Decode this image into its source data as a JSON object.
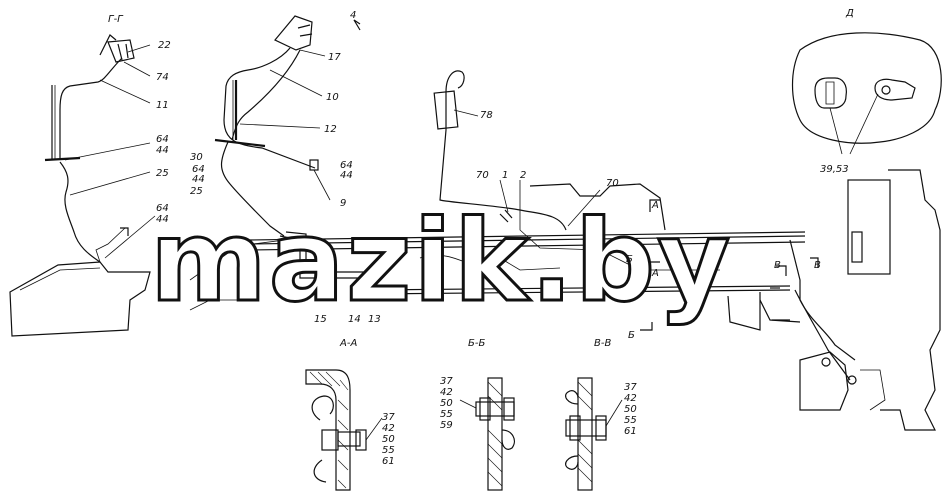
{
  "sections": {
    "gg": "Г-Г",
    "d": "Д",
    "aa": "А-А",
    "bb": "Б-Б",
    "vv": "В-В"
  },
  "cut_markers": [
    "А",
    "А",
    "Б",
    "Б",
    "В",
    "В"
  ],
  "callouts": {
    "c22": "22",
    "c74": "74",
    "c11": "11",
    "c64a": "64",
    "c44a": "44",
    "c25a": "25",
    "c64b": "64",
    "c44b": "44",
    "c4": "4",
    "c17": "17",
    "c10": "10",
    "c12": "12",
    "c30": "30",
    "c64c": "64",
    "c44c": "44",
    "c25b": "25",
    "c64d": "64",
    "c44d": "44",
    "c9": "9",
    "c15": "15",
    "c14": "14",
    "c13": "13",
    "c78": "78",
    "c70a": "70",
    "c1": "1",
    "c2": "2",
    "c70b": "70",
    "c3953": "39,53"
  },
  "stack_aa": [
    "37",
    "42",
    "50",
    "55",
    "61"
  ],
  "stack_bb": [
    "37",
    "42",
    "50",
    "55",
    "59"
  ],
  "stack_vv": [
    "37",
    "42",
    "50",
    "55",
    "61"
  ],
  "watermark": "mazik.by"
}
